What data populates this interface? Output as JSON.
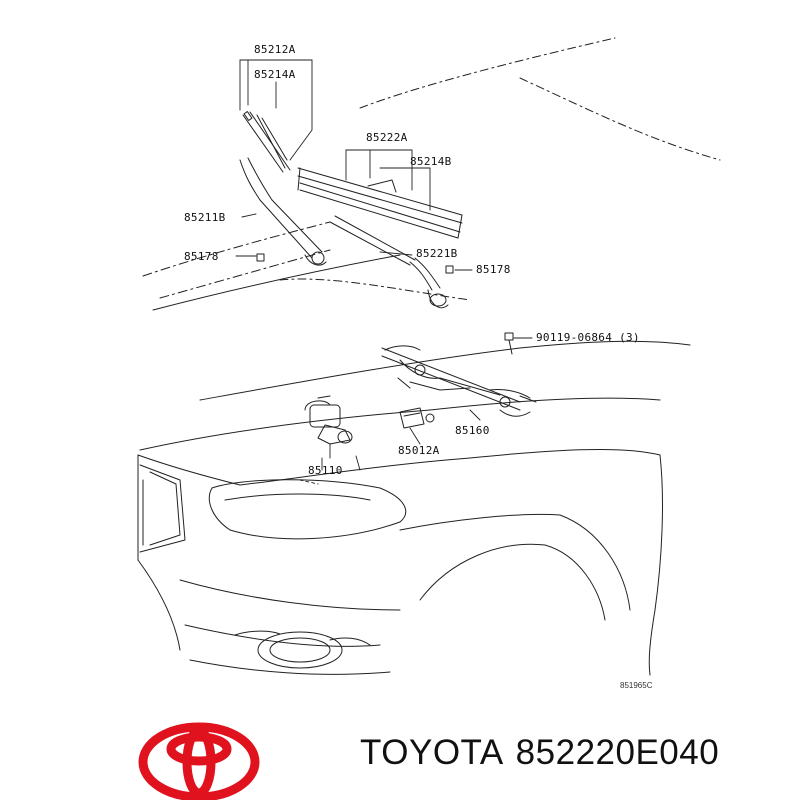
{
  "diagram": {
    "callouts": {
      "wiper_blade_driver": "85212A",
      "wiper_refill_driver": "85214A",
      "wiper_blade_passenger": "85222A",
      "wiper_refill_passenger": "85214B",
      "wiper_arm_driver": "85211B",
      "nut_driver": "85178",
      "wiper_arm_passenger": "85221B",
      "nut_passenger": "85178",
      "bolt": "90119-06864 (3)",
      "wiper_link": "85160",
      "wiper_motor": "85110",
      "motor_relay": "85012A"
    },
    "reference_code": "851965C"
  },
  "caption": {
    "brand": "TOYOTA",
    "part_number": "852220E040"
  },
  "colors": {
    "line": "#222222",
    "logo_red": "#e0121e",
    "text": "#111111"
  },
  "icons": {
    "logo": "toyota-logo-icon"
  }
}
